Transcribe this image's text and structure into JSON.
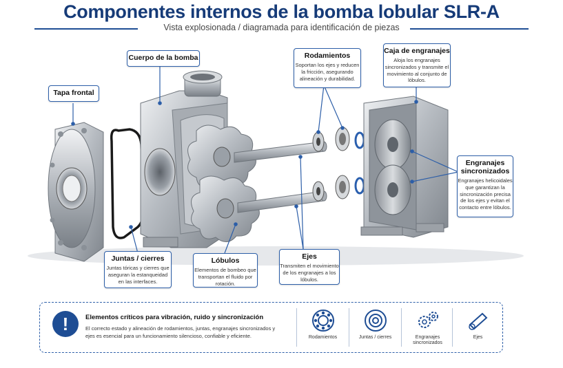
{
  "header": {
    "title": "Componentes internos de la bomba lobular SLR-A",
    "subtitle": "Vista explosionada / diagramada para identificación de piezas"
  },
  "callouts": {
    "tapa_frontal": {
      "title": "Tapa frontal"
    },
    "cuerpo": {
      "title": "Cuerpo de la bomba"
    },
    "rodamientos": {
      "title": "Rodamientos",
      "body": "Soportan los ejes y reducen la fricción, asegurando alineación y durabilidad."
    },
    "caja": {
      "title": "Caja de engranajes",
      "body": "Aloja los engranajes sincronizados y transmite el movimiento al conjunto de lóbulos."
    },
    "engranajes": {
      "title": "Engranajes sincronizados",
      "body": "Engranajes helicoidales que garantizan la sincronización precisa de los ejes y evitan el contacto entre lóbulos."
    },
    "juntas": {
      "title": "Juntas / cierres",
      "body": "Juntas tóricas y cierres que aseguran la estanqueidad en las interfaces."
    },
    "lobulos": {
      "title": "Lóbulos",
      "body": "Elementos de bombeo que transportan el fluido por rotación."
    },
    "ejes": {
      "title": "Ejes",
      "body": "Transmiten el movimiento de los engranajes a los lóbulos."
    }
  },
  "info": {
    "icon": "exclamation-icon",
    "icon_text": "!",
    "title": "Elementos críticos para vibración, ruido y sincronización",
    "body": "El correcto estado y alineación de rodamientos, juntas, engranajes sincronizados y ejes es esencial para un funcionamiento silencioso, confiable y eficiente."
  },
  "legend": [
    {
      "label": "Rodamientos",
      "icon": "bearing-icon"
    },
    {
      "label": "Juntas / cierres",
      "icon": "seal-icon"
    },
    {
      "label": "Engranajes sincronizados",
      "icon": "gears-icon"
    },
    {
      "label": "Ejes",
      "icon": "shaft-icon"
    }
  ],
  "colors": {
    "accent": "#1e4d94",
    "title": "#163b78",
    "steel": "#b9bec4",
    "steel_dark": "#7d838a",
    "bearing_blue": "#2a5fae"
  }
}
